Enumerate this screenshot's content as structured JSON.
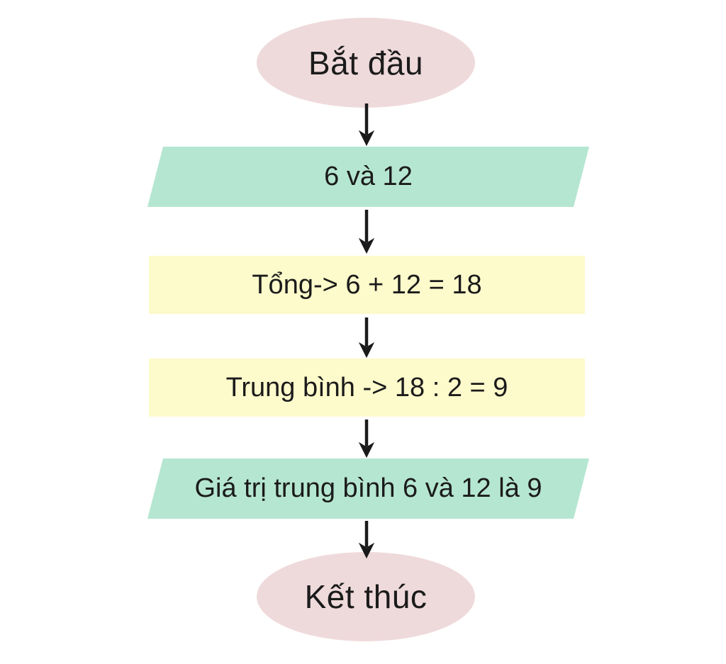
{
  "diagram": {
    "description": "Flowchart computing the average of 6 and 12",
    "nodes": [
      {
        "id": "start",
        "type": "terminator",
        "label": "Bắt đầu",
        "fill": "#efdadb"
      },
      {
        "id": "input",
        "type": "io",
        "label": "6 và 12",
        "fill": "#b5e6d2"
      },
      {
        "id": "sum",
        "type": "process",
        "label": "Tổng-> 6 + 12 = 18",
        "fill": "#fdfacb"
      },
      {
        "id": "avg",
        "type": "process",
        "label": "Trung bình -> 18 : 2 = 9",
        "fill": "#fdfacb"
      },
      {
        "id": "output",
        "type": "io",
        "label": "Giá trị trung bình 6 và 12 là 9",
        "fill": "#b5e6d2"
      },
      {
        "id": "end",
        "type": "terminator",
        "label": "Kết thúc",
        "fill": "#efdadb"
      }
    ],
    "edges": [
      {
        "from": "start",
        "to": "input"
      },
      {
        "from": "input",
        "to": "sum"
      },
      {
        "from": "sum",
        "to": "avg"
      },
      {
        "from": "avg",
        "to": "output"
      },
      {
        "from": "output",
        "to": "end"
      }
    ],
    "colors": {
      "background": "#ffffff",
      "arrow": "#1a1a1a",
      "text": "#1b1b1b",
      "terminator_fill": "#efdadb",
      "io_fill": "#b5e6d2",
      "process_fill": "#fdfacb"
    }
  }
}
